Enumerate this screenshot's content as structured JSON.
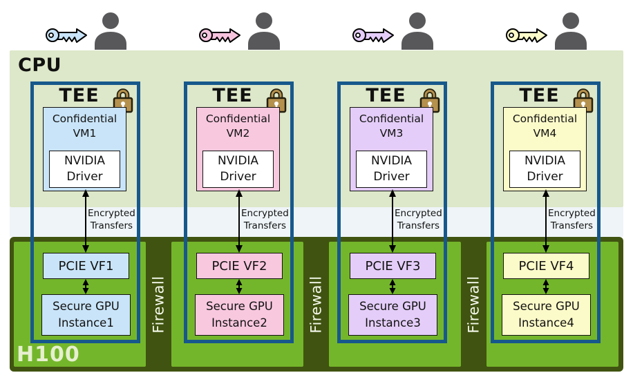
{
  "cpu": {
    "label": "CPU"
  },
  "h100": {
    "label": "H100"
  },
  "firewall_labels": [
    "Firewall",
    "Firewall",
    "Firewall"
  ],
  "columns": [
    {
      "key_color": "#c9e4f8",
      "tee_label": "TEE",
      "vm": {
        "line1": "Confidential",
        "line2": "VM1",
        "color": "#c9e4f8"
      },
      "driver": {
        "line1": "NVIDIA",
        "line2": "Driver"
      },
      "transfer": {
        "line1": "Encrypted",
        "line2": "Transfers"
      },
      "pcie": {
        "label": "PCIE VF1",
        "color": "#c9e4f8"
      },
      "gpu": {
        "line1": "Secure GPU",
        "line2": "Instance1",
        "color": "#c9e4f8"
      }
    },
    {
      "key_color": "#f6c3dd",
      "tee_label": "TEE",
      "vm": {
        "line1": "Confidential",
        "line2": "VM2",
        "color": "#f8c8df"
      },
      "driver": {
        "line1": "NVIDIA",
        "line2": "Driver"
      },
      "transfer": {
        "line1": "Encrypted",
        "line2": "Transfers"
      },
      "pcie": {
        "label": "PCIE VF2",
        "color": "#f8c8df"
      },
      "gpu": {
        "line1": "Secure GPU",
        "line2": "Instance2",
        "color": "#f8c8df"
      }
    },
    {
      "key_color": "#e4cdf8",
      "tee_label": "TEE",
      "vm": {
        "line1": "Confidential",
        "line2": "VM3",
        "color": "#e4cdf8"
      },
      "driver": {
        "line1": "NVIDIA",
        "line2": "Driver"
      },
      "transfer": {
        "line1": "Encrypted",
        "line2": "Transfers"
      },
      "pcie": {
        "label": "PCIE VF3",
        "color": "#e4cdf8"
      },
      "gpu": {
        "line1": "Secure GPU",
        "line2": "Instance3",
        "color": "#e4cdf8"
      }
    },
    {
      "key_color": "#fbfac9",
      "tee_label": "TEE",
      "vm": {
        "line1": "Confidential",
        "line2": "VM4",
        "color": "#fbfac9"
      },
      "driver": {
        "line1": "NVIDIA",
        "line2": "Driver"
      },
      "transfer": {
        "line1": "Encrypted",
        "line2": "Transfers"
      },
      "pcie": {
        "label": "PCIE VF4",
        "color": "#fbfac9"
      },
      "gpu": {
        "line1": "Secure GPU",
        "line2": "Instance4",
        "color": "#fbfac9"
      }
    }
  ],
  "colors": {
    "cpu_bg": "#dde7c9",
    "gap_bg": "#eef4f7",
    "h100_bg": "#405310",
    "panel_bg": "#74b62b",
    "tee_border": "#17588c",
    "lock_body": "#b5914e",
    "lock_outline": "#241f0d",
    "person": "#58585a",
    "firewall_text": "#f4f8ea",
    "h100_text": "#e6efcf"
  }
}
